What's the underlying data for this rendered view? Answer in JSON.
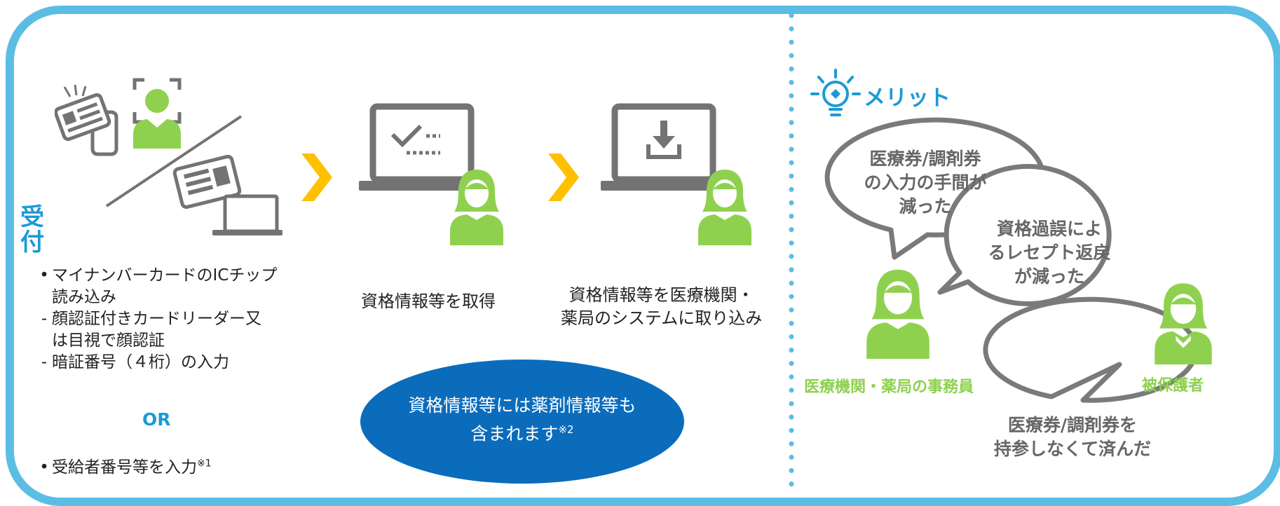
{
  "left": {
    "heading": "受付",
    "bullets": [
      {
        "bullet": "•",
        "lines": [
          "マイナンバーカードのICチップ",
          "読み込み"
        ]
      },
      {
        "bullet": "-",
        "lines": [
          "顔認証付きカードリーダー又",
          "は目視で顔認証"
        ]
      },
      {
        "bullet": "-",
        "lines": [
          "暗証番号（４桁）の入力"
        ]
      }
    ],
    "or": "OR",
    "last_item": "受給者番号等を入力",
    "last_note": "※1"
  },
  "steps": {
    "step2": "資格情報等を取得",
    "step3_lines": [
      "資格情報等を医療機関・",
      "薬局のシステムに取り込み"
    ]
  },
  "ellipse": {
    "line1": "資格情報等には薬剤情報等も",
    "line2": "含まれます",
    "note": "※2"
  },
  "merit": {
    "title": "メリット",
    "bubble1": [
      "医療券/調剤券",
      "の入力の手間が",
      "減った"
    ],
    "bubble2": [
      "資格過誤によ",
      "るレセプト返戻",
      "が減った"
    ],
    "bubble3": [
      "医療券/調剤券を",
      "持参しなくて済んだ"
    ],
    "person1": "医療機関・薬局の事務員",
    "person2": "被保護者"
  },
  "colors": {
    "frame": "#5bbde4",
    "accent_text": "#1c9ad6",
    "person_green": "#8fd14f",
    "arrow_yellow": "#ffc000",
    "ellipse_blue": "#0b6cbc",
    "device_gray": "#737373"
  },
  "icons": [
    "card-reader-icon",
    "face-scan-icon",
    "id-card-icon",
    "laptop-icon",
    "laptop-check-icon",
    "laptop-download-icon",
    "person-icon",
    "lightbulb-icon",
    "arrow-right-icon"
  ]
}
